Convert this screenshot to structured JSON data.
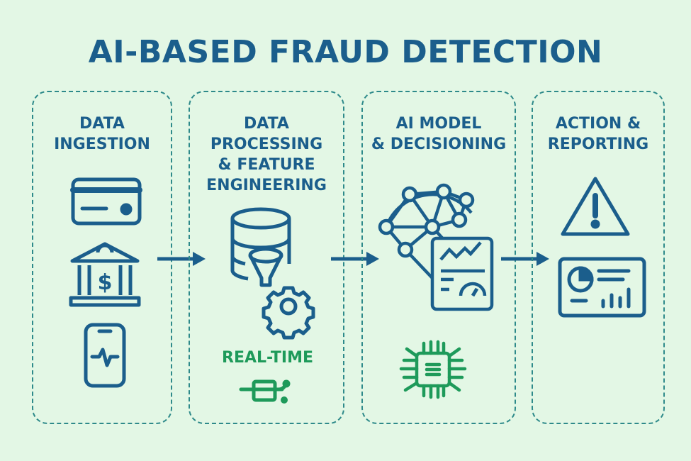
{
  "title": "AI-BASED FRAUD DETECTION",
  "stages": [
    {
      "lines": [
        "DATA",
        "INGESTION"
      ]
    },
    {
      "lines": [
        "DATA",
        "PROCESSING",
        "& FEATURE",
        "ENGINEERING"
      ],
      "extra": "REAL-TIME"
    },
    {
      "lines": [
        "AI MODEL",
        "& DECISIONING"
      ]
    },
    {
      "lines": [
        "ACTION &",
        "REPORTING"
      ]
    }
  ],
  "colors": {
    "primary": "#1b5e8c",
    "accent": "#1e9a5a",
    "border": "#2e8a8a",
    "background": "#e3f7e5"
  }
}
